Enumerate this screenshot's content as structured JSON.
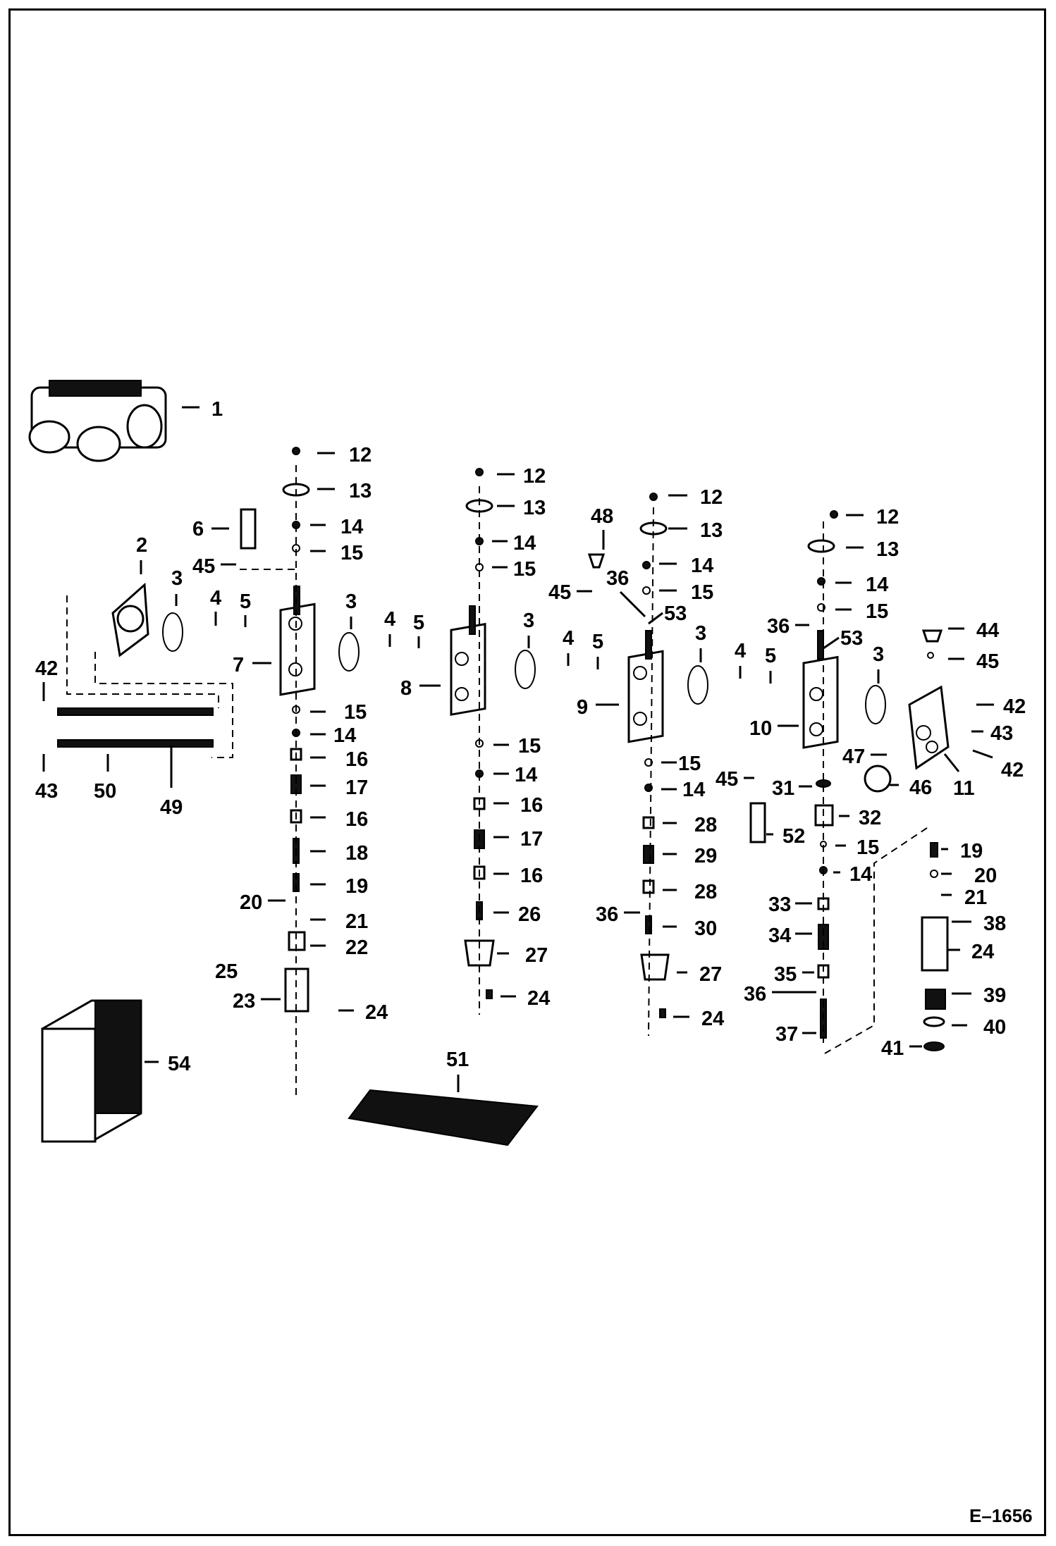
{
  "diagram": {
    "figure_code": "E–1656",
    "callouts": [
      "1",
      "2",
      "3",
      "4",
      "5",
      "6",
      "7",
      "8",
      "9",
      "10",
      "11",
      "12",
      "13",
      "14",
      "15",
      "16",
      "17",
      "18",
      "19",
      "20",
      "21",
      "22",
      "23",
      "24",
      "25",
      "26",
      "27",
      "28",
      "29",
      "30",
      "31",
      "32",
      "33",
      "34",
      "35",
      "36",
      "37",
      "38",
      "39",
      "40",
      "41",
      "42",
      "43",
      "44",
      "45",
      "46",
      "47",
      "48",
      "49",
      "50",
      "51",
      "52",
      "53",
      "54"
    ]
  }
}
